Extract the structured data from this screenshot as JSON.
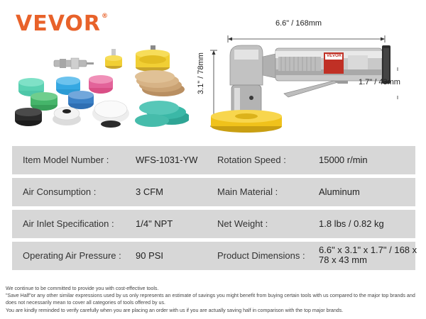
{
  "brand": {
    "name": "VEVOR",
    "mark": "®",
    "color": "#e8622a"
  },
  "tool": {
    "badge": "VEVOR"
  },
  "dimensions": {
    "length": "6.6\" / 168mm",
    "height": "3.1\" / 78mm",
    "width": "1.7\" / 43mm"
  },
  "specs": [
    {
      "label1": "Item Model Number :",
      "value1": "WFS-1031-YW",
      "label2": "Rotation Speed :",
      "value2": "15000 r/min"
    },
    {
      "label1": "Air Consumption :",
      "value1": "3 CFM",
      "label2": "Main Material :",
      "value2": "Aluminum"
    },
    {
      "label1": "Air Inlet Specification :",
      "value1": "1/4\" NPT",
      "label2": "Net Weight :",
      "value2": "1.8 lbs / 0.82 kg"
    },
    {
      "label1": "Operating Air Pressure :",
      "value1": "90 PSI",
      "label2": "Product Dimensions :",
      "value2": "6.6\" x 3.1\" x 1.7\" / 168 x 78 x 43 mm"
    }
  ],
  "disclaimer": [
    "We continue to be committed to provide you with cost-effective tools.",
    "\"Save Half\"or any other similar expressions used by us only represents an estimate of savings you might benefit from buying certain tools with us compared to the major top brands and does not necessarily mean to cover all categories of tools offered by us.",
    "You are kindly reminded to verify carefully when you are placing an order with us if you are actually saving half in comparison with the top major brands."
  ]
}
